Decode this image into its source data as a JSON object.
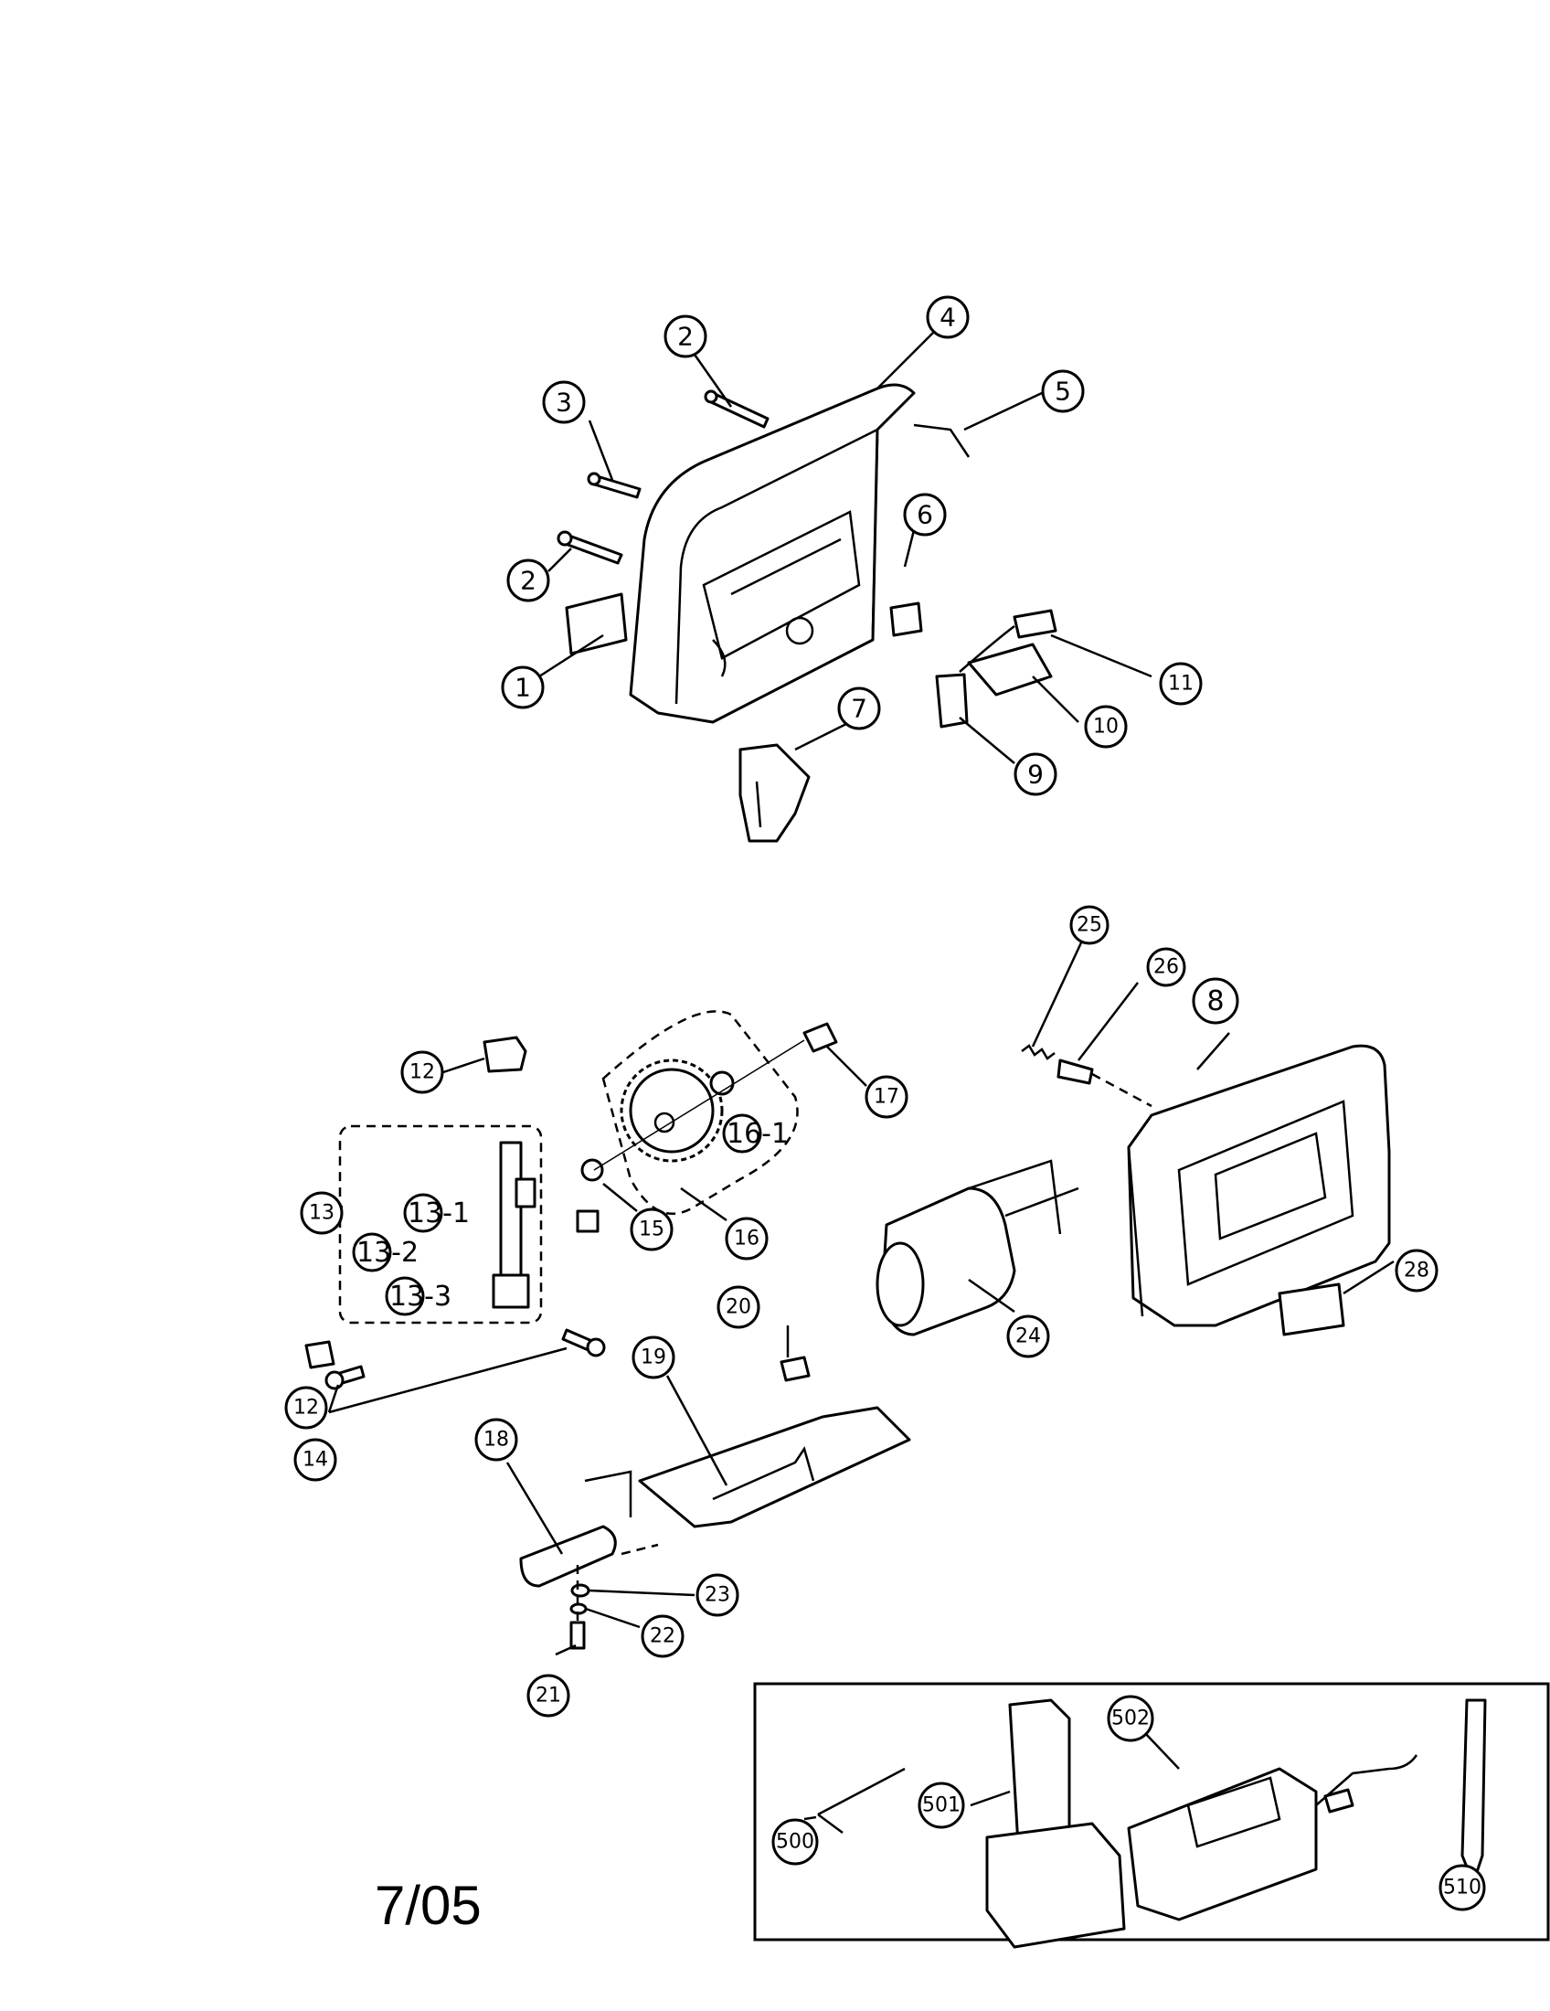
{
  "date_code": "7/05",
  "callouts": {
    "p1": "1",
    "p2a": "2",
    "p2b": "2",
    "p3": "3",
    "p4": "4",
    "p5": "5",
    "p6": "6",
    "p7": "7",
    "p9": "9",
    "p10": "10",
    "p11": "11",
    "p12a": "12",
    "p12b": "12",
    "p13": "13",
    "p14": "14",
    "p15": "15",
    "p16": "16",
    "p17": "17",
    "p18": "18",
    "p19": "19",
    "p20": "20",
    "p21": "21",
    "p22": "22",
    "p23": "23",
    "p24": "24",
    "p25": "25",
    "p26": "26",
    "p28": "28",
    "p500": "500",
    "p501": "501",
    "p502": "502",
    "p510": "510"
  },
  "labels": {
    "p8": "8",
    "p13_1": "13-1",
    "p13_2": "13-2",
    "p13_3": "13-3",
    "p16_1": "16-1"
  }
}
